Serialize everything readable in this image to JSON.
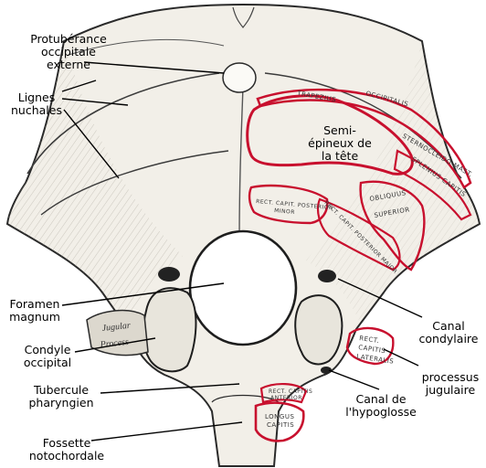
{
  "labels": {
    "protuberance": [
      "Protubérance",
      "occipitale",
      "externe"
    ],
    "lignes": [
      "Lignes",
      "nuchales"
    ],
    "semi": [
      "Semi-",
      "épineux de",
      "la tête"
    ],
    "foramen": [
      "Foramen",
      "magnum"
    ],
    "condyle": [
      "Condyle",
      "occipital"
    ],
    "tubercule": [
      "Tubercule",
      "pharyngien"
    ],
    "fossette": [
      "Fossette",
      "notochordale"
    ],
    "canal_condylaire": [
      "Canal",
      "condylaire"
    ],
    "processus": [
      "processus",
      "jugulaire"
    ],
    "canal_hypoglosse": [
      "Canal de",
      "l'hypoglosse"
    ]
  },
  "muscle_labels": {
    "trapezius": "TRAPEZIUS",
    "occipitalis": "OCCIPITALIS",
    "sterno": "STERNOCLEIDO-MAST.",
    "splenius": "SPLENIUS CAPITIS",
    "rect_minor": [
      "RECT. CAPIT. POSTERIOR",
      "MINOR"
    ],
    "rect_major": "RECT. CAPIT. POSTERIOR MAJOR",
    "obliquus": [
      "OBLIQUUS",
      "SUPERIOR"
    ],
    "rect_lateralis": [
      "RECT.",
      "CAPITIS",
      "LATERALIS"
    ],
    "rect_anterior": [
      "RECT. CAPITIS",
      "ANTERIOR"
    ],
    "longus": [
      "LONGUS",
      "CAPITIS"
    ],
    "jugular": [
      "Jugular",
      "Process"
    ]
  },
  "colors": {
    "muscle_outline": "#c8102e",
    "bone_fill": "#f2efe8",
    "bone_line": "#2a2a2a"
  }
}
